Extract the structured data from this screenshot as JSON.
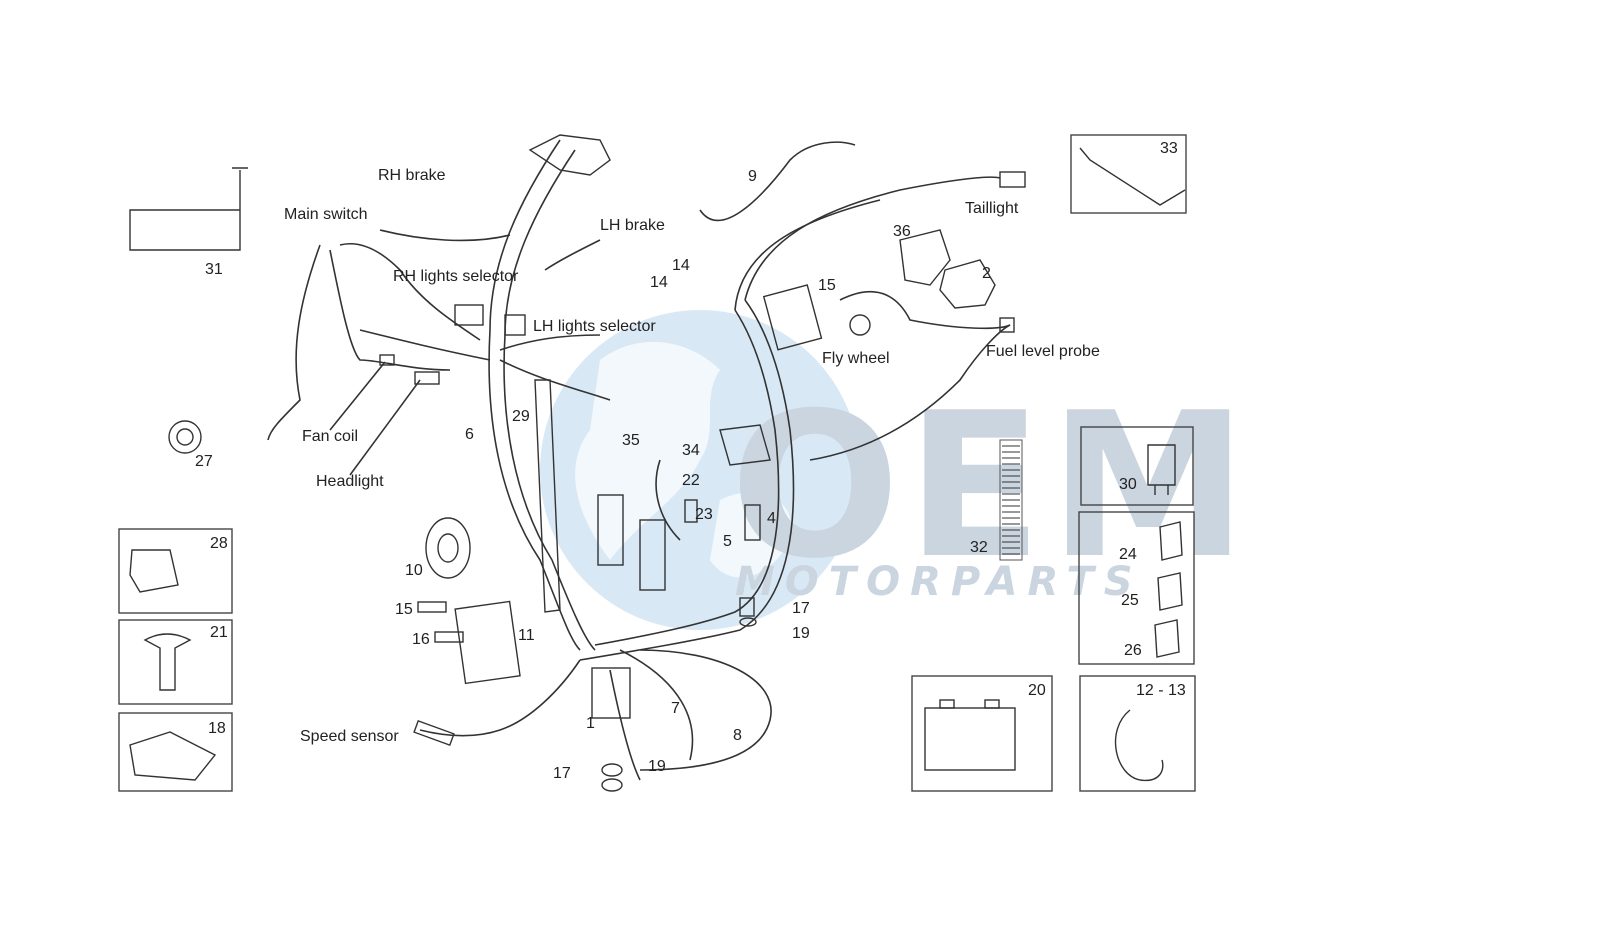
{
  "watermark": {
    "brand": "OEM",
    "subtitle": "MOTORPARTS",
    "colors": {
      "globe": "#b9d7ee",
      "text": "#9fb4c6"
    }
  },
  "labels": {
    "rh_brake": "RH brake",
    "main_switch": "Main switch",
    "lh_brake": "LH brake",
    "rh_lights_selector": "RH lights selector",
    "lh_lights_selector": "LH lights selector",
    "taillight": "Taillight",
    "fly_wheel": "Fly wheel",
    "fuel_level_probe": "Fuel level probe",
    "fan_coil": "Fan coil",
    "headlight": "Headlight",
    "speed_sensor": "Speed sensor"
  },
  "callouts": {
    "n31": "31",
    "n33": "33",
    "n9": "9",
    "n36": "36",
    "n2": "2",
    "n14a": "14",
    "n14b": "14",
    "n15a": "15",
    "n27": "27",
    "n6": "6",
    "n29": "29",
    "n35": "35",
    "n34": "34",
    "n22": "22",
    "n23": "23",
    "n4": "4",
    "n5": "5",
    "n32": "32",
    "n30": "30",
    "n24": "24",
    "n25": "25",
    "n26": "26",
    "n28": "28",
    "n10": "10",
    "n15b": "15",
    "n16": "16",
    "n11": "11",
    "n17a": "17",
    "n19a": "19",
    "n21": "21",
    "n7": "7",
    "n8": "8",
    "n1": "1",
    "n17b": "17",
    "n19b": "19",
    "n18": "18",
    "n20": "20",
    "n12_13": "12 - 13"
  }
}
